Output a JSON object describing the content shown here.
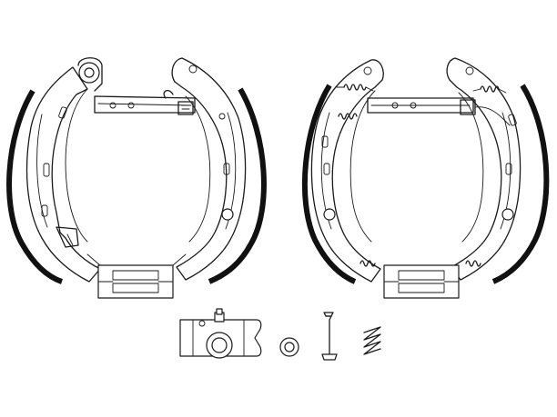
{
  "diagram": {
    "components": [
      {
        "name": "brake-shoe-assembly-left"
      },
      {
        "name": "brake-shoe-assembly-right"
      },
      {
        "name": "wheel-cylinder"
      },
      {
        "name": "adjuster-nut"
      },
      {
        "name": "hold-down-pin"
      },
      {
        "name": "hold-down-spring"
      }
    ],
    "colors": {
      "line": "#1a1a1a",
      "lining": "#111111",
      "background": "#ffffff"
    }
  }
}
